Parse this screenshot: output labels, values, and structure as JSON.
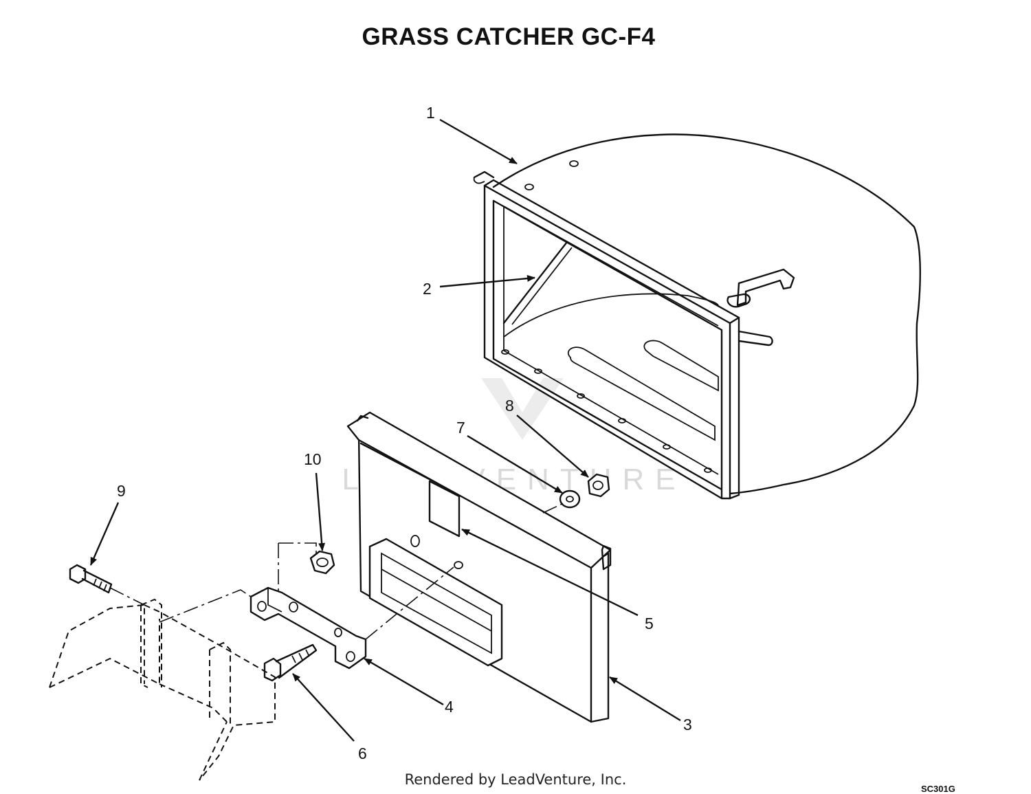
{
  "title": "GRASS CATCHER GC-F4",
  "watermark": "LEADVENTURE",
  "footer": "Rendered by LeadVenture, Inc.",
  "drawing_code": "SC301G",
  "callouts": [
    {
      "id": "1",
      "label": "1"
    },
    {
      "id": "2",
      "label": "2"
    },
    {
      "id": "3",
      "label": "3"
    },
    {
      "id": "4",
      "label": "4"
    },
    {
      "id": "5",
      "label": "5"
    },
    {
      "id": "6",
      "label": "6"
    },
    {
      "id": "7",
      "label": "7"
    },
    {
      "id": "8",
      "label": "8"
    },
    {
      "id": "9",
      "label": "9"
    },
    {
      "id": "10",
      "label": "10"
    }
  ]
}
